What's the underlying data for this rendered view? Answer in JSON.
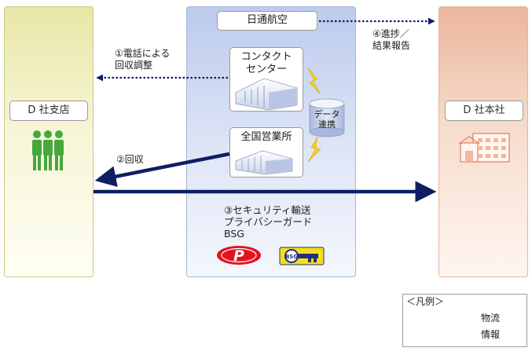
{
  "columns": {
    "left_label": "D 社支店",
    "right_label": "D 社本社"
  },
  "middle": {
    "company": "日通航空",
    "contact_center": [
      "コンタクト",
      "センター"
    ],
    "data_link": [
      "データ",
      "連携"
    ],
    "branch_office": "全国営業所"
  },
  "flows": {
    "step1": [
      "①電話による",
      "回収調整"
    ],
    "step2": "②回収",
    "step3": [
      "③セキュリティ輸送",
      "プライバシーガード",
      "BSG"
    ],
    "step4": [
      "④進捗／",
      "結果報告"
    ]
  },
  "legend": {
    "title": "＜凡例＞",
    "physical": "物流",
    "information": "情報"
  },
  "logos": {
    "p_mark": "P",
    "bsg_mark": "BSG"
  },
  "colors": {
    "arrow": "#0d1f63",
    "people": "#45a83c",
    "lightning": "#f2cf1e",
    "bsg_key": "#1f2f86"
  }
}
